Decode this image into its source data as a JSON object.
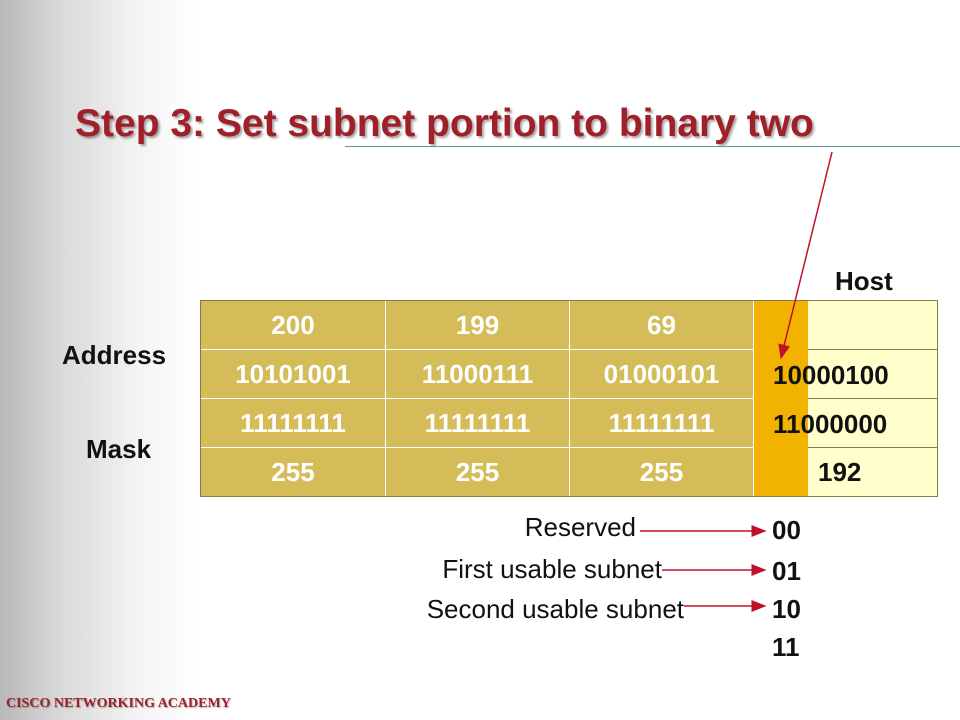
{
  "title": "Step 3: Set subnet portion to binary two",
  "labels": {
    "host": "Host",
    "address": "Address",
    "mask": "Mask"
  },
  "rows": {
    "address_decimal": [
      "200",
      "199",
      "69",
      ""
    ],
    "address_binary": [
      "10101001",
      "11000111",
      "01000101",
      "10000100"
    ],
    "mask_binary": [
      "11111111",
      "11111111",
      "11111111",
      "11000000"
    ],
    "mask_decimal": [
      "255",
      "255",
      "255",
      "192"
    ]
  },
  "subnets": [
    {
      "label": "Reserved",
      "bits": "00"
    },
    {
      "label": "First usable subnet",
      "bits": "01"
    },
    {
      "label": "Second usable subnet",
      "bits": "10"
    },
    {
      "label": "",
      "bits": "11"
    }
  ],
  "footer": "CISCO NETWORKING ACADEMY",
  "colors": {
    "title": "#a0202a",
    "octet_fill": "#d4bc58",
    "host_fill": "#ffffcc",
    "subnet_bits_fill": "#f2b300",
    "arrow": "#c0102a"
  }
}
